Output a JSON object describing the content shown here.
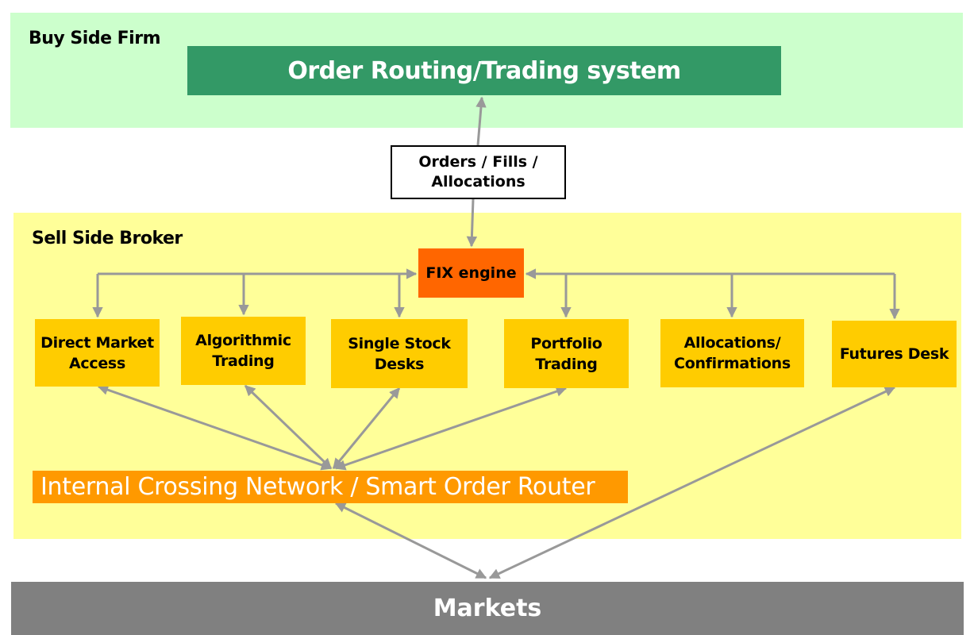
{
  "buy_side": {
    "label": "Buy Side Firm",
    "system": "Order Routing/Trading system",
    "bg_color": "#ccffcc",
    "system_color": "#339966"
  },
  "messages": {
    "line1": "Orders / Fills /",
    "line2": "Allocations"
  },
  "sell_side": {
    "label": "Sell Side Broker",
    "bg_color": "#ffff99",
    "fix_engine": "FIX engine",
    "fix_color": "#ff6600",
    "desk_color": "#ffcc00",
    "desks": [
      {
        "line1": "Direct Market",
        "line2": "Access"
      },
      {
        "line1": "Algorithmic",
        "line2": "Trading"
      },
      {
        "line1": "Single Stock",
        "line2": "Desks"
      },
      {
        "line1": "Portfolio",
        "line2": "Trading"
      },
      {
        "line1": "Allocations/",
        "line2": "Confirmations"
      },
      {
        "line1": "Futures Desk",
        "line2": ""
      }
    ],
    "router": "Internal Crossing Network / Smart Order Router",
    "router_color": "#ff9900"
  },
  "markets": {
    "label": "Markets",
    "color": "#808080"
  },
  "arrow_color": "#999999"
}
